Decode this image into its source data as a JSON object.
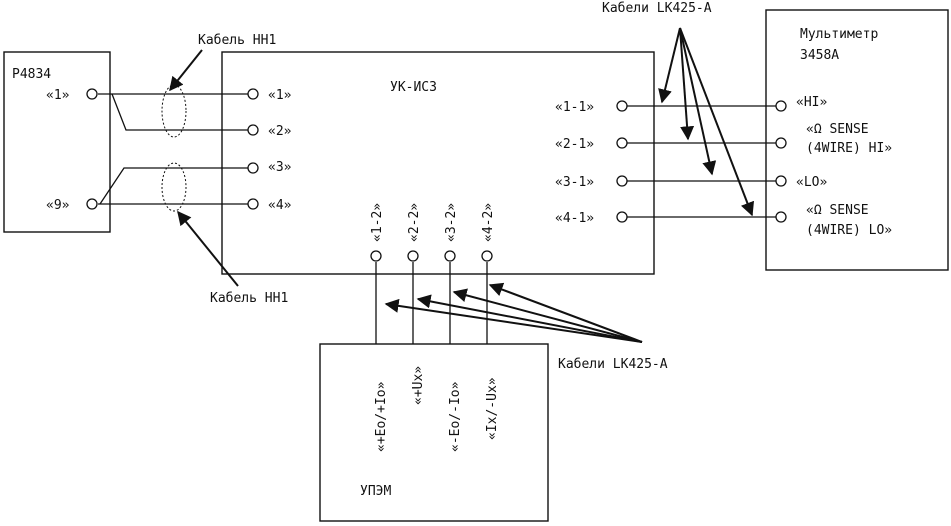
{
  "devices": {
    "p4834": {
      "title": "Р4834",
      "terminals": [
        "«1»",
        "«9»"
      ]
    },
    "ukis3": {
      "title": "УК-ИС3",
      "left_terminals": [
        "«1»",
        "«2»",
        "«3»",
        "«4»"
      ],
      "right_terminals": [
        "«1-1»",
        "«2-1»",
        "«3-1»",
        "«4-1»"
      ],
      "bottom_terminals": [
        "«1-2»",
        "«2-2»",
        "«3-2»",
        "«4-2»"
      ]
    },
    "multimeter": {
      "title_line1": "Мультиметр",
      "title_line2": "3458A",
      "terminals": [
        "«HI»",
        "«Ω SENSE",
        "(4WIRE) HI»",
        "«LO»",
        "«Ω SENSE",
        "(4WIRE) LO»"
      ]
    },
    "upem": {
      "title": "УПЭМ",
      "terminals": [
        "«+Eo/+Io»",
        "«+Ux»",
        "«-Eo/-Io»",
        "«Ix/-Ux»"
      ]
    }
  },
  "cables": {
    "hh1_top": "Кабель НН1",
    "hh1_bottom": "Кабель НН1",
    "lk425_top": "Кабели LK425-A",
    "lk425_bottom": "Кабели LK425-A"
  }
}
